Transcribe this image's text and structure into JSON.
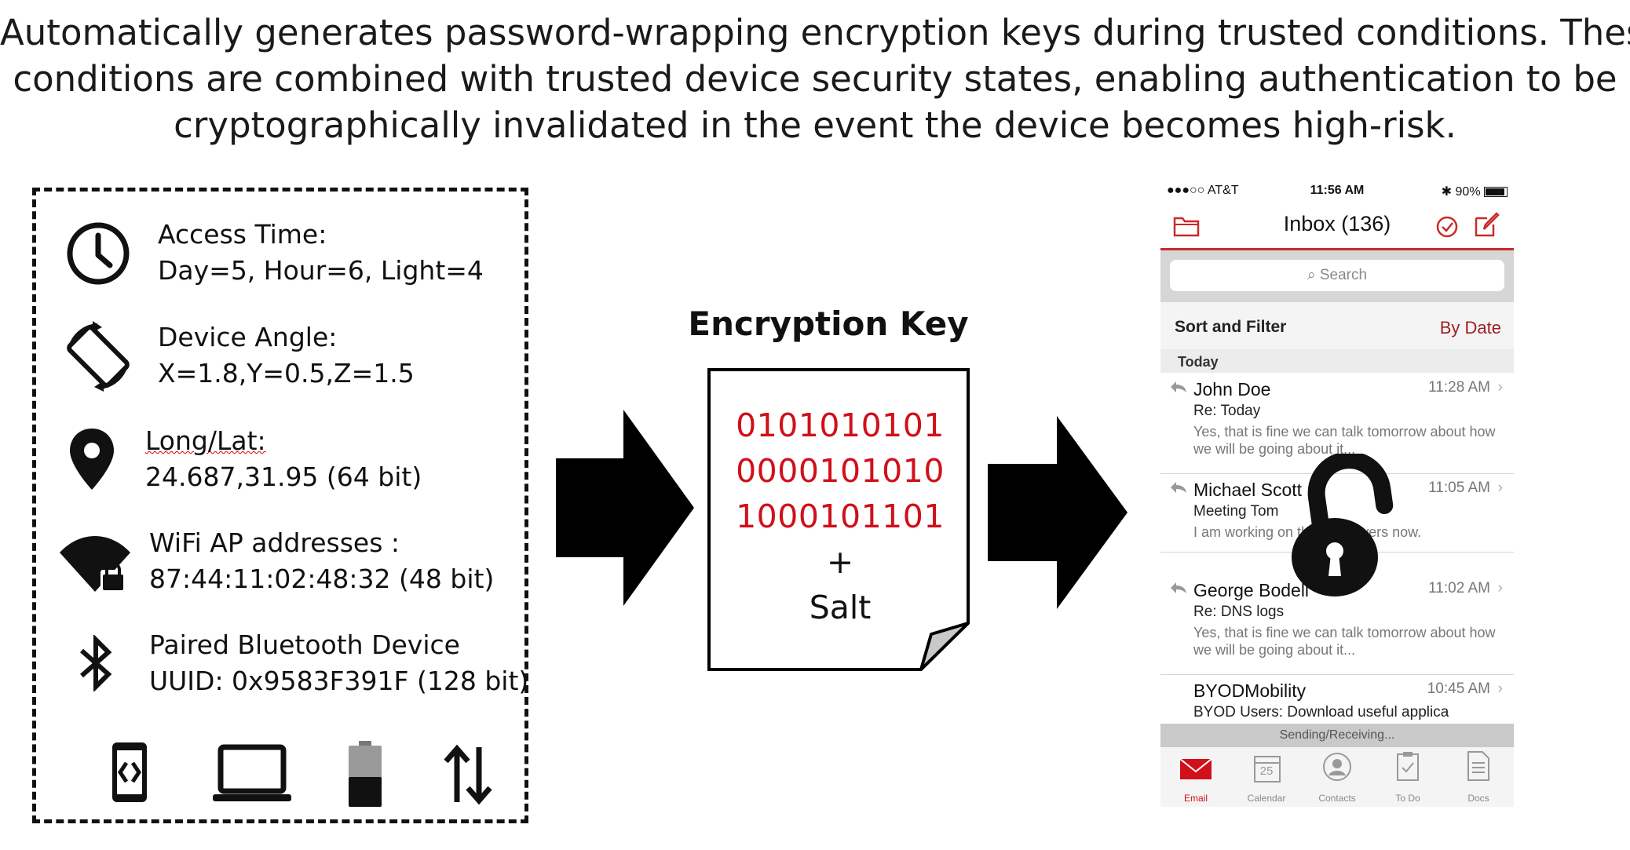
{
  "headline": {
    "line1": "Automatically generates password-wrapping encryption keys during trusted conditions. These",
    "line2": "conditions are combined with trusted device security states, enabling authentication to be",
    "line3": "cryptographically invalidated in the event the device becomes high-risk."
  },
  "context": {
    "access_time": {
      "label": "Access Time:",
      "value": "Day=5, Hour=6, Light=4",
      "icon": "clock-icon"
    },
    "device_angle": {
      "label": "Device Angle:",
      "value": "X=1.8,Y=0.5,Z=1.5",
      "icon": "screen-rotation-icon"
    },
    "location": {
      "label": "Long/Lat:",
      "value": "24.687,31.95 (64 bit)",
      "icon": "map-pin-icon"
    },
    "wifi": {
      "label": "WiFi AP addresses :",
      "value": "87:44:11:02:48:32 (48 bit)",
      "icon": "wifi-lock-icon"
    },
    "bluetooth": {
      "label": "Paired Bluetooth Device",
      "value": "UUID: 0x9583F391F (128 bit)",
      "icon": "bluetooth-icon"
    },
    "bottom_icons": [
      "device-code-icon",
      "laptop-icon",
      "battery-icon",
      "data-transfer-icon"
    ]
  },
  "key": {
    "title": "Encryption Key",
    "binary": [
      "0101010101",
      "0000101010",
      "1000101101"
    ],
    "plus": "+",
    "salt": "Salt",
    "binary_color": "#d0101a"
  },
  "phone": {
    "status": {
      "carrier": "●●●○○ AT&T",
      "time": "11:56 AM",
      "battery": "90%"
    },
    "nav_title": "Inbox (136)",
    "search_placeholder": "Search",
    "sort_label": "Sort and Filter",
    "sort_value": "By Date",
    "section": "Today",
    "emails": [
      {
        "from": "John Doe",
        "time": "11:28 AM",
        "subject": "Re: Today",
        "preview": "Yes, that is fine we can talk tomorrow about how we will be going about it..."
      },
      {
        "from": "Michael Scott",
        "time": "11:05 AM",
        "subject": "Meeting Tom",
        "preview": "I am working on those answers now."
      },
      {
        "from": "George Bodell",
        "time": "11:02 AM",
        "subject": "Re: DNS logs",
        "preview": "Yes, that is fine we can talk tomorrow about how we will be going about it..."
      },
      {
        "from": "BYODMobility",
        "time": "10:45 AM",
        "subject": "BYOD Users: Download useful applica",
        "preview": ""
      }
    ],
    "sending": "Sending/Receiving...",
    "tabs": [
      "Email",
      "Calendar",
      "Contacts",
      "To Do",
      "Docs"
    ],
    "calendar_day": "25",
    "accent": "#c92a2a"
  }
}
